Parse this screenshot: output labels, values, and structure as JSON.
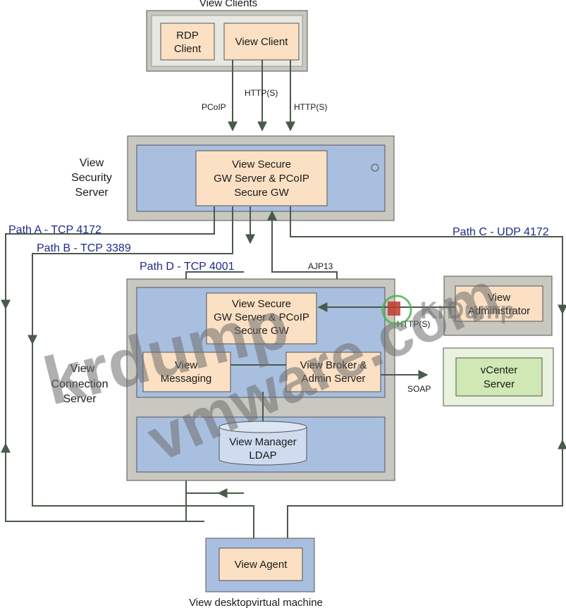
{
  "title": "View Clients",
  "footer": "View desktopvirtual machine",
  "boxes": {
    "rdp_client": [
      "RDP",
      "Client"
    ],
    "view_client": "View Client",
    "security_gw": [
      "View Secure",
      "GW Server & PCoIP",
      "Secure GW"
    ],
    "cs_secure_gw": [
      "View Secure",
      "GW Server & PCoIP",
      "Secure GW"
    ],
    "view_messaging": [
      "View",
      "Messaging"
    ],
    "view_broker": [
      "View Broker &",
      "Admin Server"
    ],
    "view_manager_ldap": [
      "View Manager",
      "LDAP"
    ],
    "view_administrator": [
      "View",
      "Administrator"
    ],
    "vcenter": [
      "vCenter",
      "Server"
    ],
    "view_agent": "View Agent"
  },
  "side_labels": {
    "security_server": [
      "View",
      "Security",
      "Server"
    ],
    "connection_server": [
      "View",
      "Connection",
      "Server"
    ]
  },
  "protocols": {
    "pcoip": "PCoIP",
    "https_1": "HTTP(S)",
    "https_2": "HTTP(S)",
    "ajp13": "AJP13",
    "https_admin": "HTTP(S)",
    "soap": "SOAP"
  },
  "paths": {
    "path_a": "Path A - TCP 4172",
    "path_b": "Path B - TCP 3389",
    "path_c": "Path C - UDP 4172",
    "path_d": "Path D - TCP 4001"
  },
  "watermarks": {
    "w1": "krdump",
    "w2": "vmware.com",
    "w3": "KrDump"
  },
  "colors": {
    "outer_gray": "#c8c8c0",
    "inner_blue": "#a9bfdf",
    "component_peach": "#fbe0c4",
    "vcenter_green": "#cfe8b4",
    "wire": "#4a5a4a",
    "path_label": "#1f2a8a"
  }
}
